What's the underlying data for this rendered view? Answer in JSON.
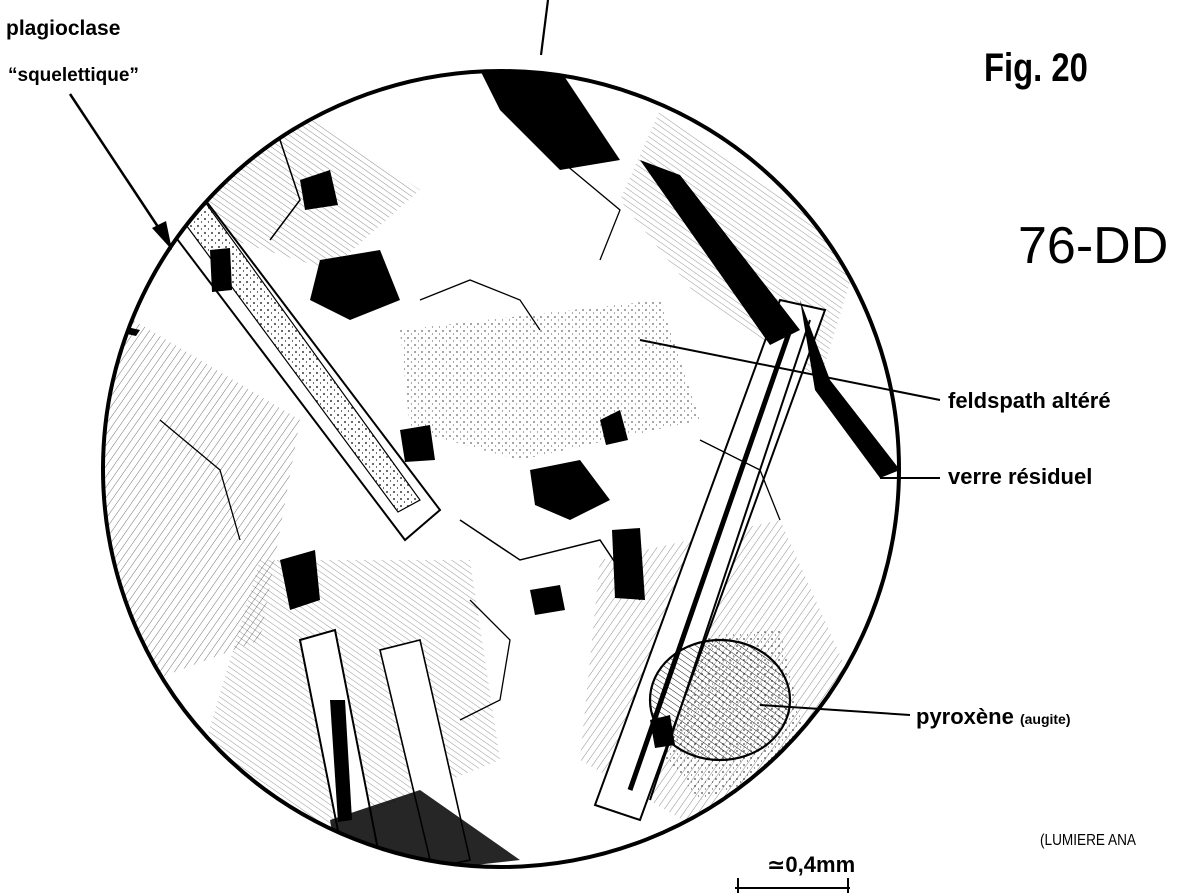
{
  "figure": {
    "number": "Fig. 20",
    "sample_code": "76-DD",
    "lighting_note": "(LUMIERE ANA",
    "scale_label": "≃0,4mm"
  },
  "labels": {
    "plagioclase_line1": "plagioclase",
    "plagioclase_line2": "“squelettique”",
    "feldspath": "feldspath altéré",
    "verre": "verre résiduel",
    "pyroxene": "pyroxène",
    "pyroxene_detail": "(augite)"
  },
  "colors": {
    "ink": "#000000",
    "paper": "#ffffff"
  }
}
